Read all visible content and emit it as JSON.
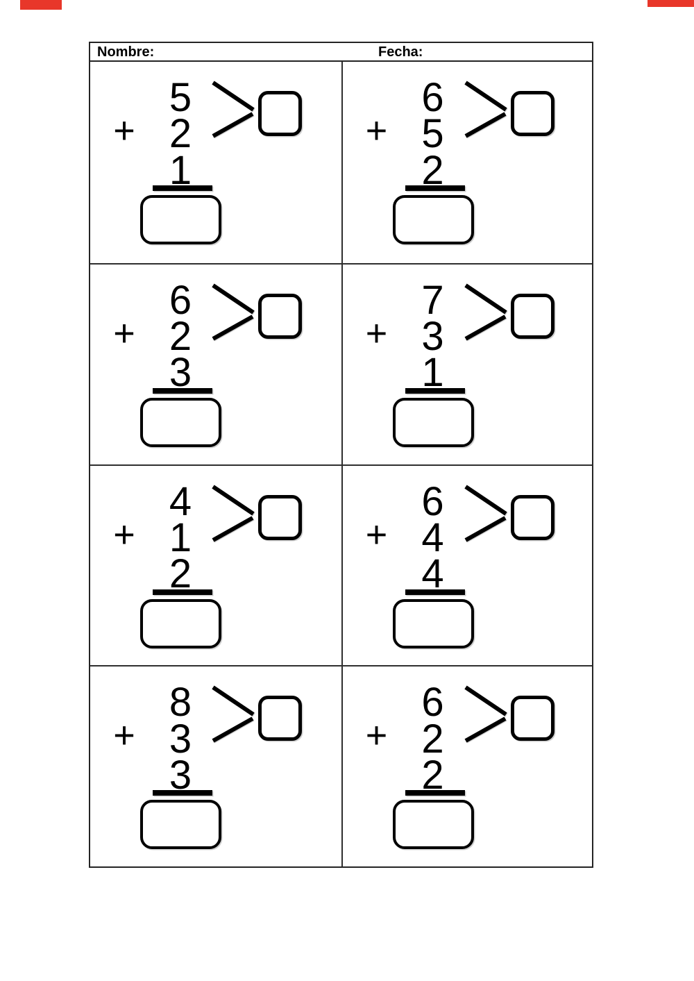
{
  "header": {
    "name_label": "Nombre:",
    "date_label": "Fecha:"
  },
  "symbols": {
    "plus": "+"
  },
  "colors": {
    "ink": "#000000",
    "table_border": "#242424",
    "artifact_red": "#e8372a",
    "background": "#ffffff"
  },
  "worksheet": {
    "type": "addition-with-partial-sum",
    "rows": 4,
    "columns": 2
  },
  "problems": [
    {
      "addend1": "5",
      "addend2": "2",
      "addend3": "1"
    },
    {
      "addend1": "6",
      "addend2": "5",
      "addend3": "2"
    },
    {
      "addend1": "6",
      "addend2": "2",
      "addend3": "3"
    },
    {
      "addend1": "7",
      "addend2": "3",
      "addend3": "1"
    },
    {
      "addend1": "4",
      "addend2": "1",
      "addend3": "2"
    },
    {
      "addend1": "6",
      "addend2": "4",
      "addend3": "4"
    },
    {
      "addend1": "8",
      "addend2": "3",
      "addend3": "3"
    },
    {
      "addend1": "6",
      "addend2": "2",
      "addend3": "2"
    }
  ]
}
